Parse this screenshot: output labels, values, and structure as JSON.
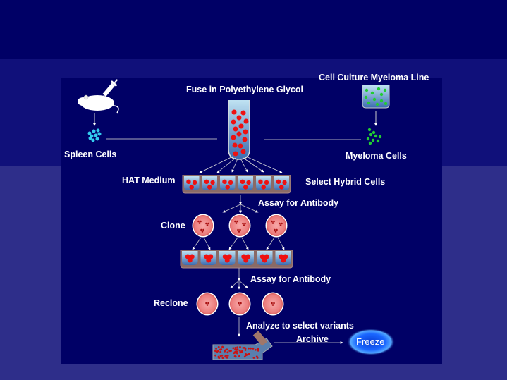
{
  "title": "Monoclonal Antibody Production",
  "labels": {
    "fuse": "Fuse in Polyethylene Glycol",
    "cell_culture": "Cell Culture Myeloma Line",
    "spleen_cells": "Spleen Cells",
    "myeloma_cells": "Myeloma Cells",
    "hat_medium": "HAT Medium",
    "select_hybrid": "Select Hybrid Cells",
    "assay1": "Assay for Antibody",
    "clone": "Clone",
    "assay2": "Assay for Antibody",
    "reclone": "Reclone",
    "analyze": "Analyze to select variants",
    "archive": "Archive",
    "freeze": "Freeze"
  },
  "colors": {
    "background_top": "#000066",
    "background_mid": "#10107a",
    "background_low": "#2e2e8a",
    "panel": "#000066",
    "hybrid_cell": "#ee1111",
    "spleen_cell": "#33ccee",
    "myeloma_cell": "#22cc33",
    "clone_dish": "#f08a8a",
    "freeze_glow": "#1a66ff"
  },
  "icons": [
    "mouse-icon",
    "syringe-icon",
    "test-tube-icon",
    "culture-beaker-icon",
    "well-plate-icon",
    "petri-dish-icon",
    "culture-flask-icon",
    "freeze-disc-icon"
  ]
}
